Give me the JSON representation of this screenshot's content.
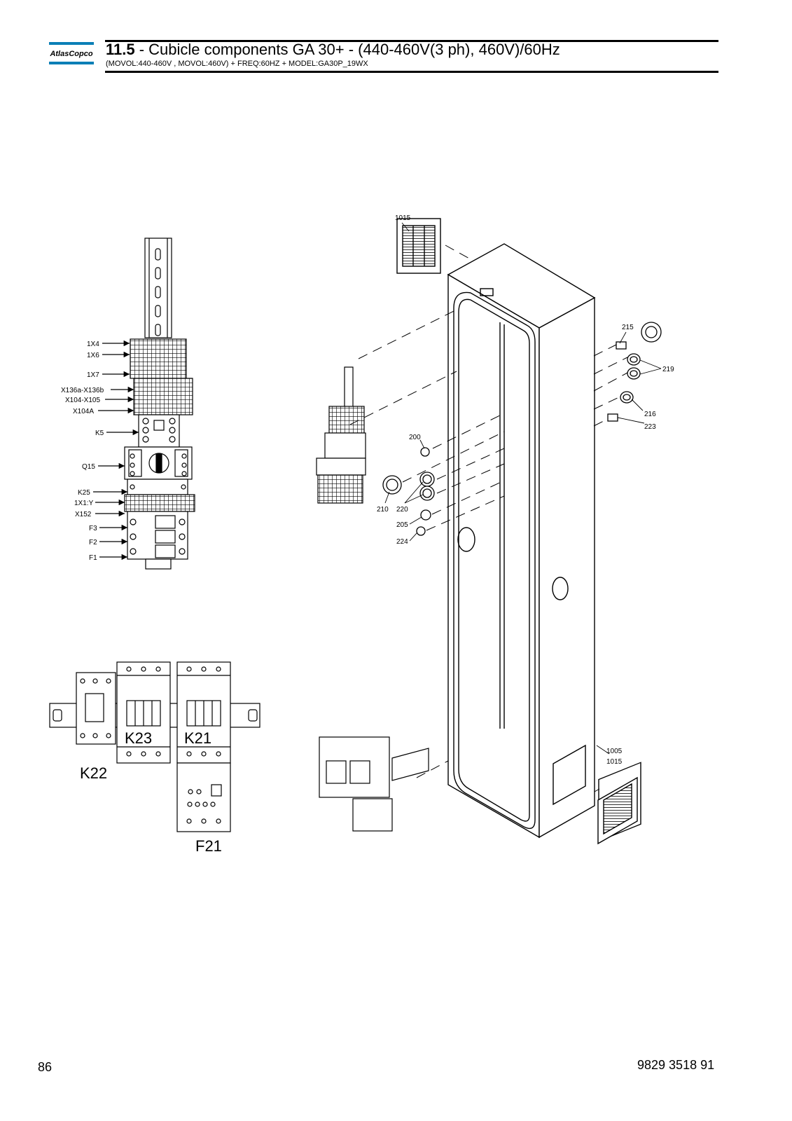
{
  "header": {
    "section_number": "11.5",
    "title_rest": " - Cubicle components GA 30+ - (440-460V(3 ph), 460V)/60Hz",
    "subtitle": "(MOVOL:440-460V , MOVOL:460V) + FREQ:60HZ + MODEL:GA30P_19WX",
    "logo_text": "AtlasCopco"
  },
  "left_labels": {
    "l1x4": "1X4",
    "l1x6": "1X6",
    "l1x7": "1X7",
    "lx136": "X136a-X136b",
    "lx104": "X104-X105",
    "lx104a": "X104A",
    "lk5": "K5",
    "lq15": "Q15",
    "lk25": "K25",
    "l1x1y": "1X1:Y",
    "lx152": "X152",
    "lf3": "F3",
    "lf2": "F2",
    "lf1": "F1"
  },
  "contactor_labels": {
    "k22": "K22",
    "k23": "K23",
    "k21": "K21",
    "f21": "F21"
  },
  "callouts": {
    "c1015a": "1015",
    "c215": "215",
    "c219": "219",
    "c216": "216",
    "c223": "223",
    "c200": "200",
    "c210": "210",
    "c220": "220",
    "c205": "205",
    "c224": "224",
    "c1005": "1005",
    "c1015b": "1015"
  },
  "footer": {
    "page_number": "86",
    "document_number": "9829 3518 91"
  }
}
